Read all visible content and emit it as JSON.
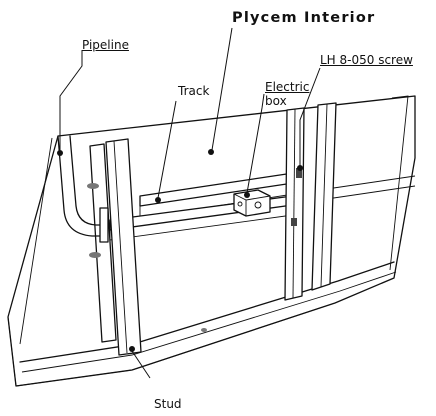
{
  "labels": {
    "title": "Plycem Interior",
    "pipeline": "Pipeline",
    "track": "Track",
    "electric_line1": "Electric",
    "electric_line2": "box",
    "screw": "LH 8-050 screw",
    "stud": "Stud"
  }
}
